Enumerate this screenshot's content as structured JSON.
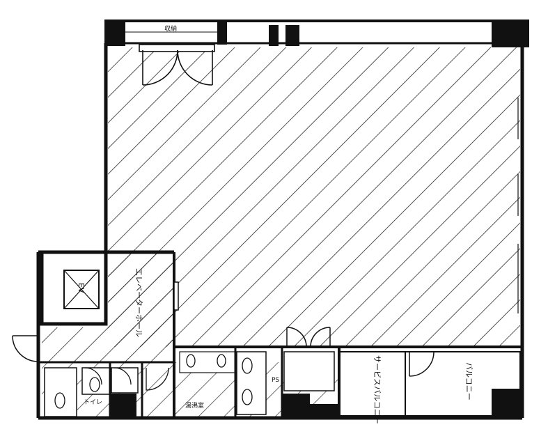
{
  "plan": {
    "labels": {
      "top_storage": "収納",
      "elevator": "EV",
      "elevator_hall": "エレベーターホール",
      "service_balcony": "サービスバルコニー",
      "balcony": "バルコニー",
      "pipe_shaft": "PS",
      "toilet_left": "トイレ",
      "tea_kitchen": "湯沸室"
    },
    "colors": {
      "wall": "#111111",
      "hatch": "#2a2a2a",
      "paper": "#ffffff"
    }
  }
}
